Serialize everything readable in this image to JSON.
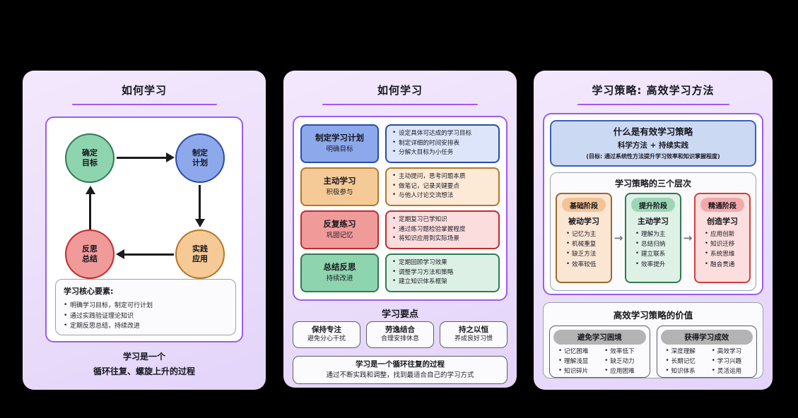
{
  "panel1": {
    "title": "如何学习",
    "cycle": [
      {
        "name": "确定目标",
        "line1": "确定",
        "line2": "目标",
        "color": "#8ed4ae"
      },
      {
        "name": "制定计划",
        "line1": "制定",
        "line2": "计划",
        "color": "#8da9ec"
      },
      {
        "name": "实践应用",
        "line1": "实践",
        "line2": "应用",
        "color": "#f5ca96"
      },
      {
        "name": "反思总结",
        "line1": "反思",
        "line2": "总结",
        "color": "#f09a9a"
      }
    ],
    "core_box": {
      "title": "学习核心要素:",
      "items": [
        "明确学习目标，制定可行计划",
        "通过实践验证理论知识",
        "定期反思总结，持续改进"
      ]
    },
    "footer_line1": "学习是一个",
    "footer_line2": "循环往复、螺旋上升的过程"
  },
  "panel2": {
    "title": "如何学习",
    "steps": [
      {
        "tag_title": "制定学习计划",
        "tag_sub": "明确目标",
        "details": [
          "设定具体可达成的学习目标",
          "制定详细的时间安排表",
          "分解大目标为小任务"
        ],
        "color": "#8da9ec"
      },
      {
        "tag_title": "主动学习",
        "tag_sub": "积极参与",
        "details": [
          "主动提问，思考问题本质",
          "做笔记，记录关键要点",
          "与他人讨论交流想法"
        ],
        "color": "#f5ca96"
      },
      {
        "tag_title": "反复练习",
        "tag_sub": "巩固记忆",
        "details": [
          "定期复习已学知识",
          "通过练习题检验掌握程度",
          "将知识应用到实际场景"
        ],
        "color": "#f09a9a"
      },
      {
        "tag_title": "总结反思",
        "tag_sub": "持续改进",
        "details": [
          "定期回顾学习效果",
          "调整学习方法和策略",
          "建立知识体系框架"
        ],
        "color": "#8ed4ae"
      }
    ],
    "points_title": "学习要点",
    "chips": [
      {
        "title": "保持专注",
        "sub": "避免分心干扰"
      },
      {
        "title": "劳逸结合",
        "sub": "合理安排休息"
      },
      {
        "title": "持之以恒",
        "sub": "养成良好习惯"
      }
    ],
    "note_line1": "学习是一个循环往复的过程",
    "note_line2": "通过不断实践和调整，找到最适合自己的学习方式"
  },
  "panel3": {
    "title": "学习策略: 高效学习方法",
    "definition": {
      "title": "什么是有效学习策略",
      "subtitle": "科学方法 + 持续实践",
      "goal": "(目标: 通过系统性方法提升学习效率和知识掌握程度)"
    },
    "levels": {
      "title": "学习策略的三个层次",
      "arrow": "→",
      "stages": [
        {
          "pill": "基础阶段",
          "sub": "被动学习",
          "items": [
            "记忆为主",
            "机械重复",
            "缺乏方法",
            "效率较低"
          ],
          "color": "#f2c395"
        },
        {
          "pill": "提升阶段",
          "sub": "主动学习",
          "items": [
            "理解为主",
            "总结归纳",
            "建立联系",
            "效率提升"
          ],
          "color": "#9bd7b7"
        },
        {
          "pill": "精通阶段",
          "sub": "创造学习",
          "items": [
            "应用创新",
            "知识迁移",
            "系统思维",
            "融会贯通"
          ],
          "color": "#f1aaab"
        }
      ]
    },
    "value": {
      "title": "高效学习策略的价值",
      "boxes": [
        {
          "pill": "避免学习困境",
          "col1": [
            "记忆困难",
            "理解浅显",
            "知识碎片"
          ],
          "col2": [
            "效率低下",
            "缺乏动力",
            "应用困难"
          ]
        },
        {
          "pill": "获得学习成效",
          "col1": [
            "深度理解",
            "长期记忆",
            "知识体系"
          ],
          "col2": [
            "高效学习",
            "学习兴趣",
            "灵活运用"
          ]
        }
      ]
    }
  },
  "colors": {
    "panel_bg_start": "#f3e8fd",
    "panel_bg_end": "#e3d4fa",
    "accent_purple": "#9b5cf0",
    "rule_purple": "#a855f7",
    "green": "#8ed4ae",
    "blue": "#8da9ec",
    "orange": "#f5ca96",
    "red": "#f09a9a",
    "grey_pill": "#b3b3b3",
    "background": "#000000"
  }
}
